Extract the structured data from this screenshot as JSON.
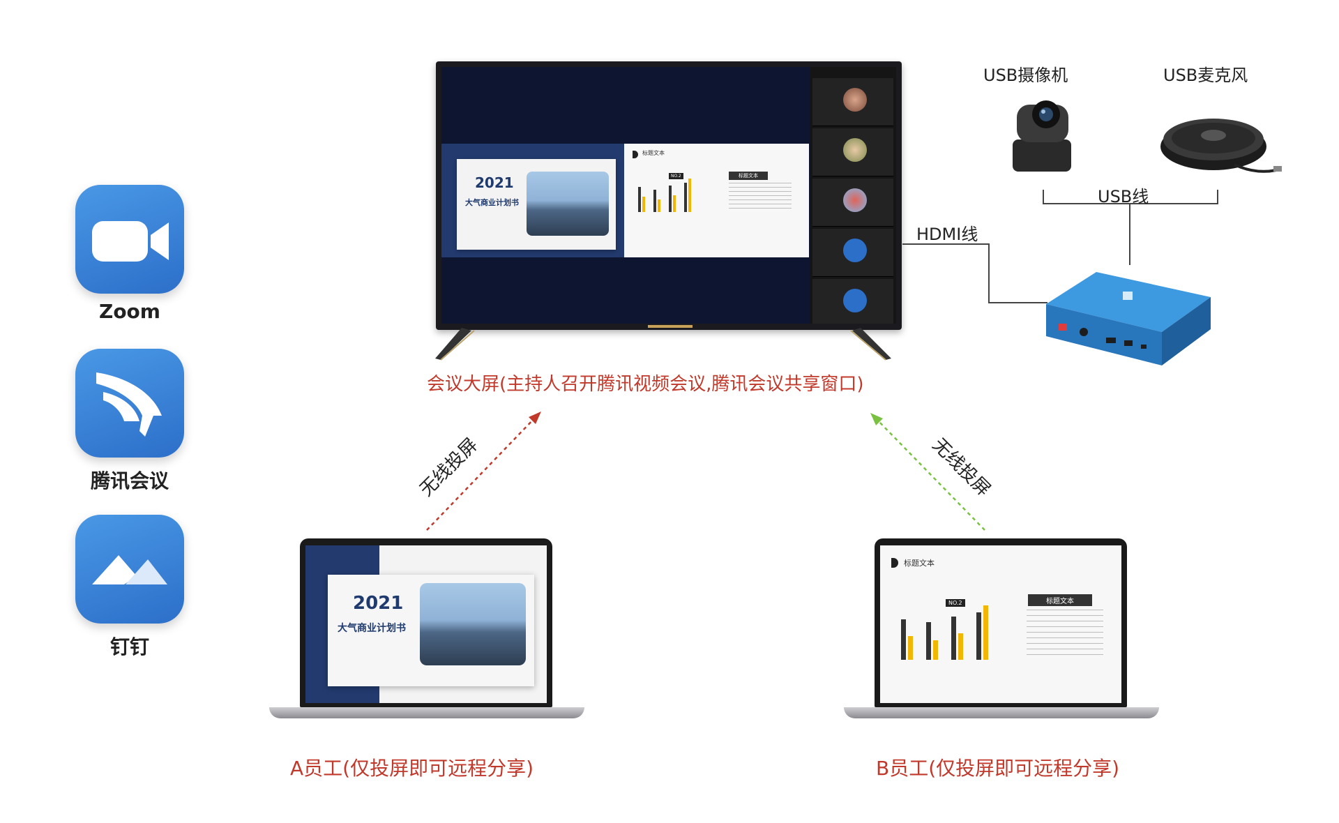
{
  "apps": [
    {
      "name": "Zoom",
      "icon": "zoom-camera-icon"
    },
    {
      "name": "腾讯会议",
      "icon": "tencent-meeting-icon"
    },
    {
      "name": "钉钉",
      "icon": "dingtalk-icon"
    }
  ],
  "tv": {
    "caption": "会议大屏(主持人召开腾讯视频会议,腾讯会议共享窗口)",
    "slide_year": "2021",
    "slide_title": "大气商业计划书",
    "chart_slide_title": "标题文本",
    "chart_slide_box_title": "标题文本",
    "chart_tag": "NO.2"
  },
  "devices": {
    "usb_camera": "USB摄像机",
    "usb_mic": "USB麦克风",
    "usb_cable": "USB线",
    "hdmi_cable": "HDMI线"
  },
  "laptop_a": {
    "caption": "A员工(仅投屏即可远程分享)",
    "slide_year": "2021",
    "slide_title": "大气商业计划书"
  },
  "laptop_b": {
    "caption": "B员工(仅投屏即可远程分享)",
    "slide_title": "标题文本",
    "box_title": "标题文本",
    "chart_tag": "NO.2"
  },
  "arrows": {
    "left_label": "无线投屏",
    "right_label": "无线投屏",
    "left_color": "#c0392b",
    "right_color": "#7ac142"
  },
  "colors": {
    "accent_red": "#c0392b",
    "app_blue": "#2c6fc9",
    "box_blue": "#2f8fd8",
    "bar_dark": "#333333",
    "bar_yellow": "#f2b705"
  }
}
